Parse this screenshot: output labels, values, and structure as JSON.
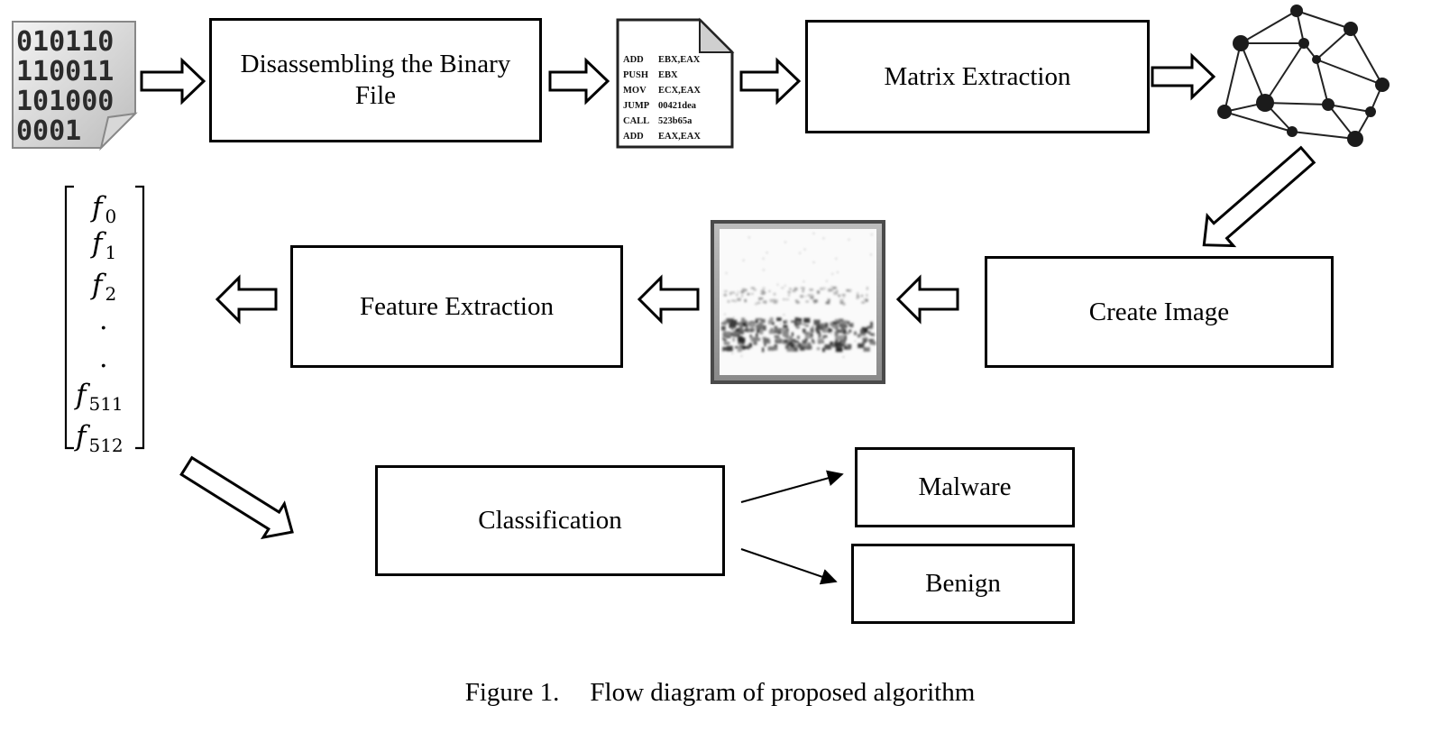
{
  "steps": {
    "disassemble": {
      "line1": "Disassembling the Binary",
      "line2": "File"
    },
    "matrix_extraction": "Matrix Extraction",
    "create_image": "Create Image",
    "feature_extraction": "Feature Extraction",
    "classification": "Classification"
  },
  "outputs": {
    "malware": "Malware",
    "benign": "Benign"
  },
  "binary_icon": {
    "rows": [
      "010110",
      "110011",
      "101000",
      "0001"
    ]
  },
  "asm_icon": {
    "lines": [
      {
        "op": "ADD",
        "args": "EBX,EAX"
      },
      {
        "op": "PUSH",
        "args": "EBX"
      },
      {
        "op": "MOV",
        "args": "ECX,EAX"
      },
      {
        "op": "JUMP",
        "args": "00421dea"
      },
      {
        "op": "CALL",
        "args": "523b65a"
      },
      {
        "op": "ADD",
        "args": "EAX,EAX"
      }
    ]
  },
  "feature_vector": {
    "symbol": "f",
    "entries": [
      {
        "sub": "0"
      },
      {
        "sub": "1"
      },
      {
        "sub": "2"
      },
      {
        "dot": "."
      },
      {
        "dot": "."
      },
      {
        "sub": "511"
      },
      {
        "sub": "512"
      }
    ]
  },
  "caption": {
    "label": "Figure 1.",
    "text": "Flow diagram of proposed algorithm"
  }
}
